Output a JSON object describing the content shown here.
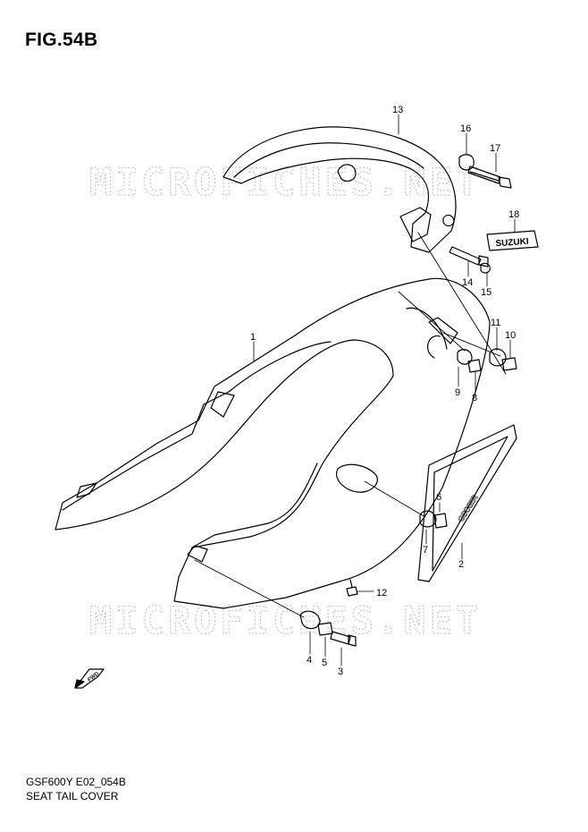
{
  "figure": {
    "title": "FIG.54B"
  },
  "watermark": {
    "text": "MICROFICHES.NET"
  },
  "fwd_label": "FWD",
  "badges": {
    "suzuki": "SUZUKI",
    "stripe": "GIXXER"
  },
  "callouts": {
    "c1": "1",
    "c2": "2",
    "c3": "3",
    "c4": "4",
    "c5": "5",
    "c6": "6",
    "c7": "7",
    "c8": "8",
    "c9": "9",
    "c10": "10",
    "c11": "11",
    "c12": "12",
    "c13": "13",
    "c14": "14",
    "c15": "15",
    "c16": "16",
    "c17": "17",
    "c18": "18"
  },
  "footer": {
    "code": "GSF600Y E02_054B",
    "name": "SEAT TAIL COVER"
  }
}
